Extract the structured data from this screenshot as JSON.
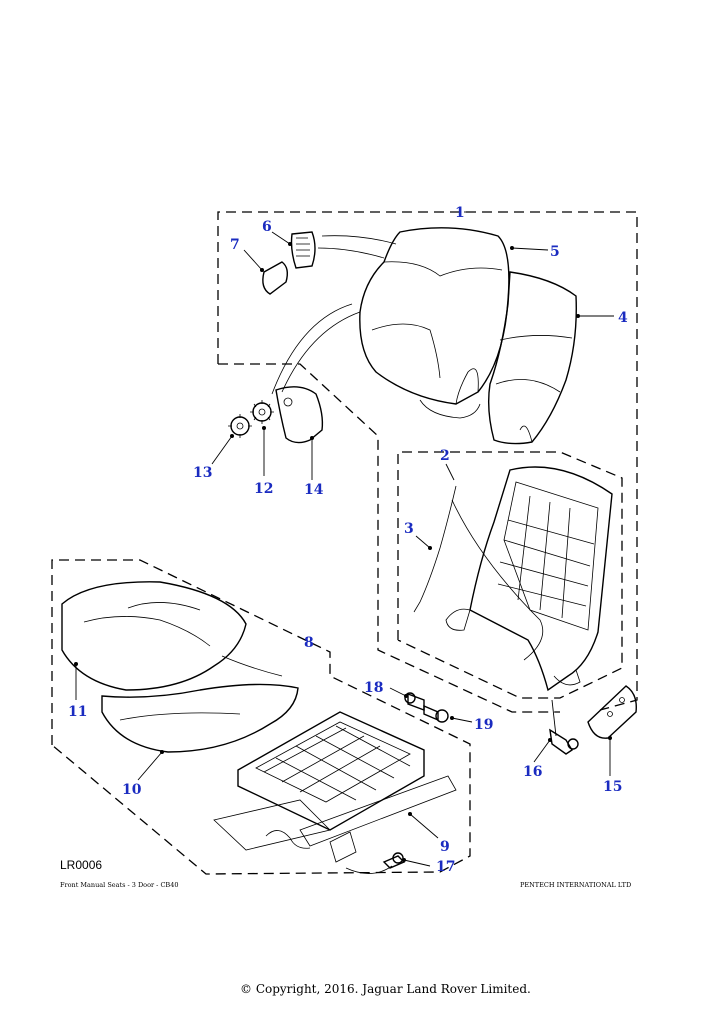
{
  "diagram": {
    "reference_code": "LR0006",
    "caption_left": "Front Manual Seats - 3 Door - CB40",
    "caption_right": "PENTECH INTERNATIONAL LTD",
    "copyright": "© Copyright, 2016. Jaguar Land Rover Limited.",
    "callouts": [
      "1",
      "2",
      "3",
      "4",
      "5",
      "6",
      "7",
      "8",
      "9",
      "10",
      "11",
      "12",
      "13",
      "14",
      "15",
      "16",
      "17",
      "18",
      "19"
    ],
    "callout_color": "#1a2bc0"
  }
}
